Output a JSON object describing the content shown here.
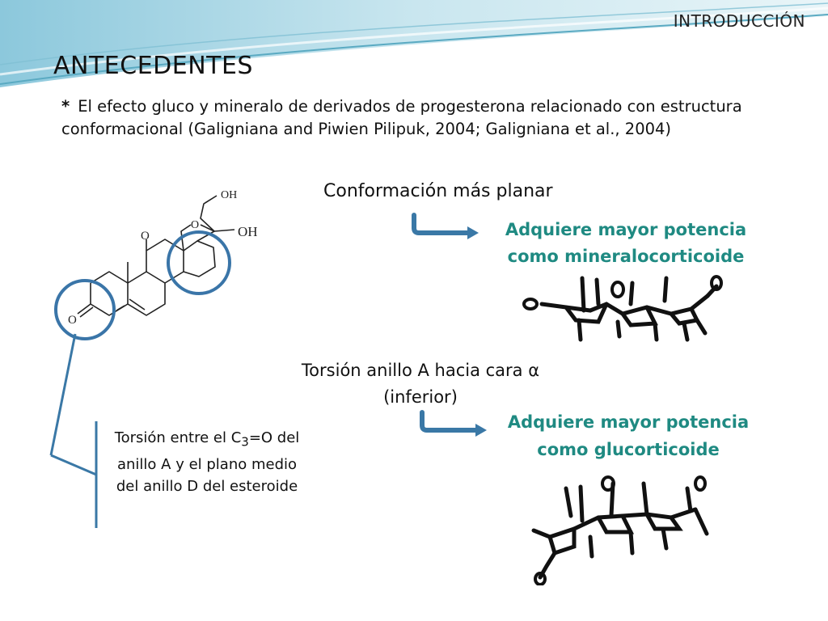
{
  "colors": {
    "accent": "#1f8a82",
    "circle": "#3a75a8",
    "bracket": "#3a78a6",
    "band": "#5aaac2"
  },
  "header": {
    "section": "INTRODUCCIÓN",
    "title": "ANTECEDENTES"
  },
  "intro": {
    "bullet": "*",
    "text": "El  efecto gluco y mineralo de derivados de progesterona  relacionado  con estructura conformacional  (Galigniana and Piwien Pilipuk, 2004; Galigniana et al., 2004)"
  },
  "molecule": {
    "oh_top": "OH",
    "oh_side": "OH",
    "o_ring": "O",
    "o_left": "O",
    "o_ketone": "O"
  },
  "planar": {
    "label": "Conformación más planar",
    "result_line1": "Adquiere mayor potencia",
    "result_line2": "como mineralocorticoide"
  },
  "torsion": {
    "label_line1": "Torsión anillo A hacia cara α",
    "label_line2": "(inferior)",
    "result_line1": "Adquiere mayor potencia",
    "result_line2": "como glucorticoide"
  },
  "note": {
    "part1": "Torsión entre el C",
    "sub": "3",
    "part2": "=O del anillo A y el plano medio del anillo D del esteroide"
  }
}
